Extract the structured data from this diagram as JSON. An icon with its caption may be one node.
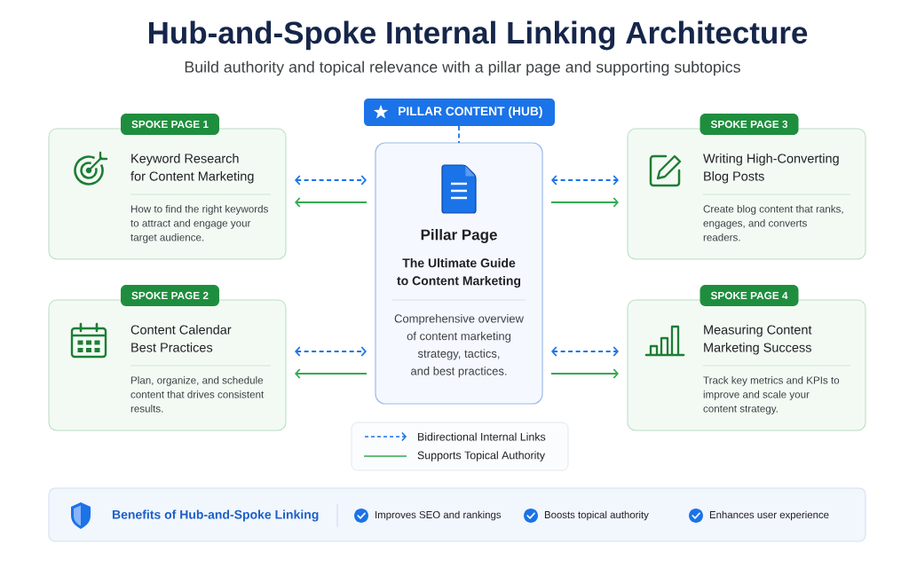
{
  "diagram": {
    "title": "Hub-and-Spoke Internal Linking Architecture",
    "nodes": [
      {
        "text": [
          "PILLAR CONTENT (HUB)"
        ]
      },
      {
        "text": [
          "Pillar Page",
          "The Ultimate Guide to Content Marketing",
          "Comprehensive overview of content marketing strategy, tactics, and best practices."
        ]
      },
      {
        "text": [
          "SPOKE PAGE 1",
          "Keyword Research for Content Marketing",
          "How to find the right keywords to attract and engage your target audience."
        ]
      },
      {
        "text": [
          "SPOKE PAGE 2",
          "Content Calendar Best Practices",
          "Plan, organize, and schedule content that drives consistent results."
        ]
      },
      {
        "text": [
          "SPOKE PAGE 3",
          "Writing High-Converting Blog Posts",
          "Create blog content that ranks, engages, and converts readers."
        ]
      },
      {
        "text": [
          "SPOKE PAGE 4",
          "Measuring Content Marketing Success",
          "Track key metrics and KPIs to improve and scale your content strategy."
        ]
      },
      {
        "text": [
          "Benefits of Hub-and-Spoke Linking",
          "Improves SEO and rankings",
          "Boosts topical authority",
          "Enhances user experience"
        ]
      }
    ],
    "edges": [
      {
        "from": 0,
        "to": 1,
        "arrow": "none",
        "style": "dashed"
      },
      {
        "from": 2,
        "to": 1,
        "arrow": "both",
        "style": "dashed"
      },
      {
        "from": 1,
        "to": 2,
        "arrow": "to",
        "color": "#34a853"
      },
      {
        "from": 3,
        "to": 1,
        "arrow": "both",
        "style": "dashed"
      },
      {
        "from": 1,
        "to": 3,
        "arrow": "to",
        "color": "#34a853"
      },
      {
        "from": 1,
        "to": 4,
        "arrow": "both",
        "style": "dashed"
      },
      {
        "from": 1,
        "to": 4,
        "arrow": "to",
        "color": "#34a853"
      },
      {
        "from": 1,
        "to": 5,
        "arrow": "both",
        "style": "dashed"
      },
      {
        "from": 1,
        "to": 5,
        "arrow": "to",
        "color": "#34a853"
      }
    ],
    "labels": [
      "Build authority and topical relevance with a pillar page and supporting subtopics"
    ],
    "legend": [
      {
        "text": "Bidirectional Internal Links"
      },
      {
        "text": "Supports Topical Authority"
      }
    ]
  }
}
